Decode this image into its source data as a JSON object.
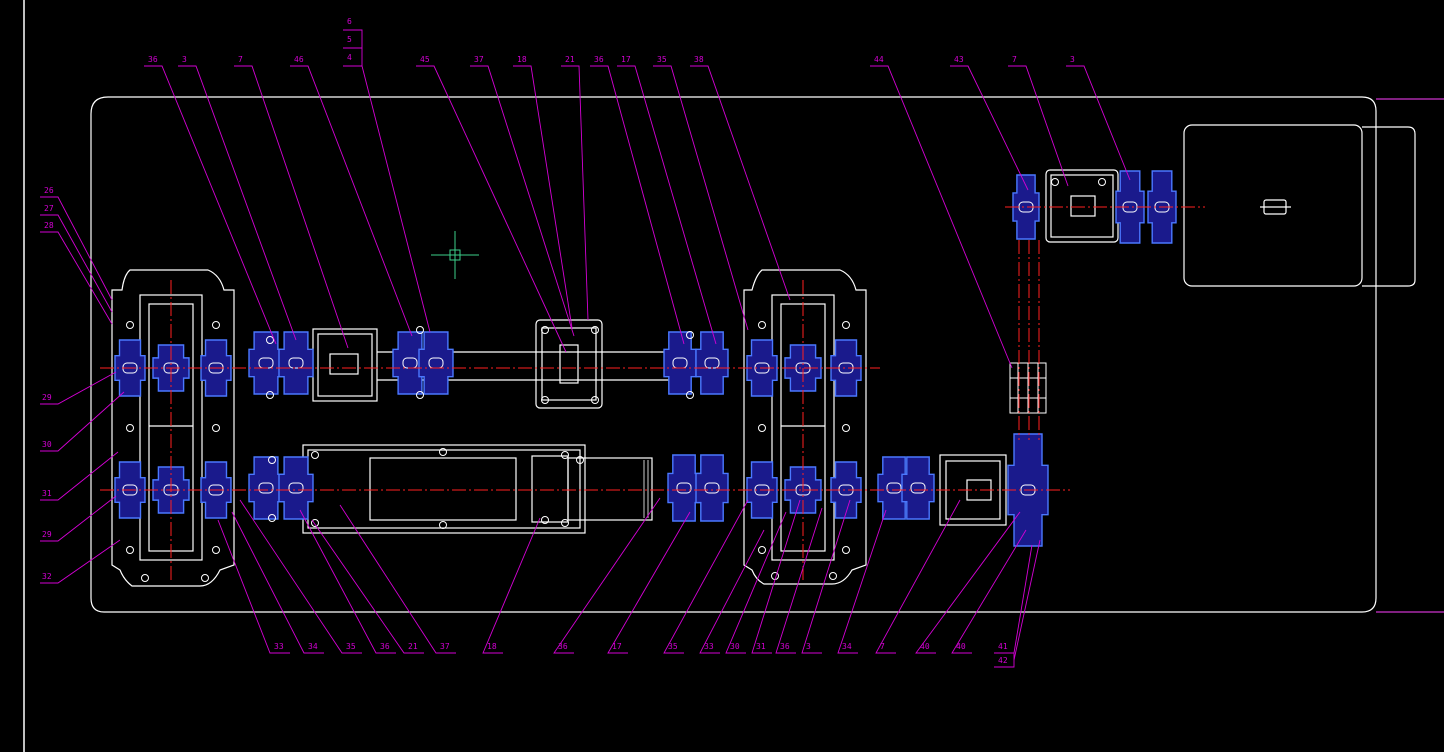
{
  "colors": {
    "background": "#000000",
    "outline": "#ffffff",
    "leader": "#d400d4",
    "centerline": "#ff2020",
    "part_fill": "#1a1a8c",
    "part_edge": "#4a78ff",
    "cursor": "#3ccf8a",
    "accent": "#e040e0"
  },
  "labels": {
    "top_stack": [
      "6",
      "5",
      "4"
    ],
    "top_left": [
      "36",
      "3",
      "7",
      "46"
    ],
    "top_center": [
      "45",
      "37",
      "18",
      "21",
      "36",
      "17",
      "35",
      "38"
    ],
    "top_right": [
      "44",
      "43",
      "7",
      "3"
    ],
    "left_side_top": [
      "26",
      "27",
      "28"
    ],
    "left_side_bottom": [
      "29",
      "30",
      "31",
      "29",
      "32"
    ],
    "bottom_left": [
      "33",
      "34",
      "35",
      "36",
      "21",
      "37"
    ],
    "bottom_center": [
      "18",
      "36",
      "17",
      "35",
      "33",
      "30",
      "31",
      "36",
      "3",
      "34",
      "7",
      "40",
      "40"
    ],
    "bottom_right_stack": [
      "41",
      "42"
    ]
  }
}
